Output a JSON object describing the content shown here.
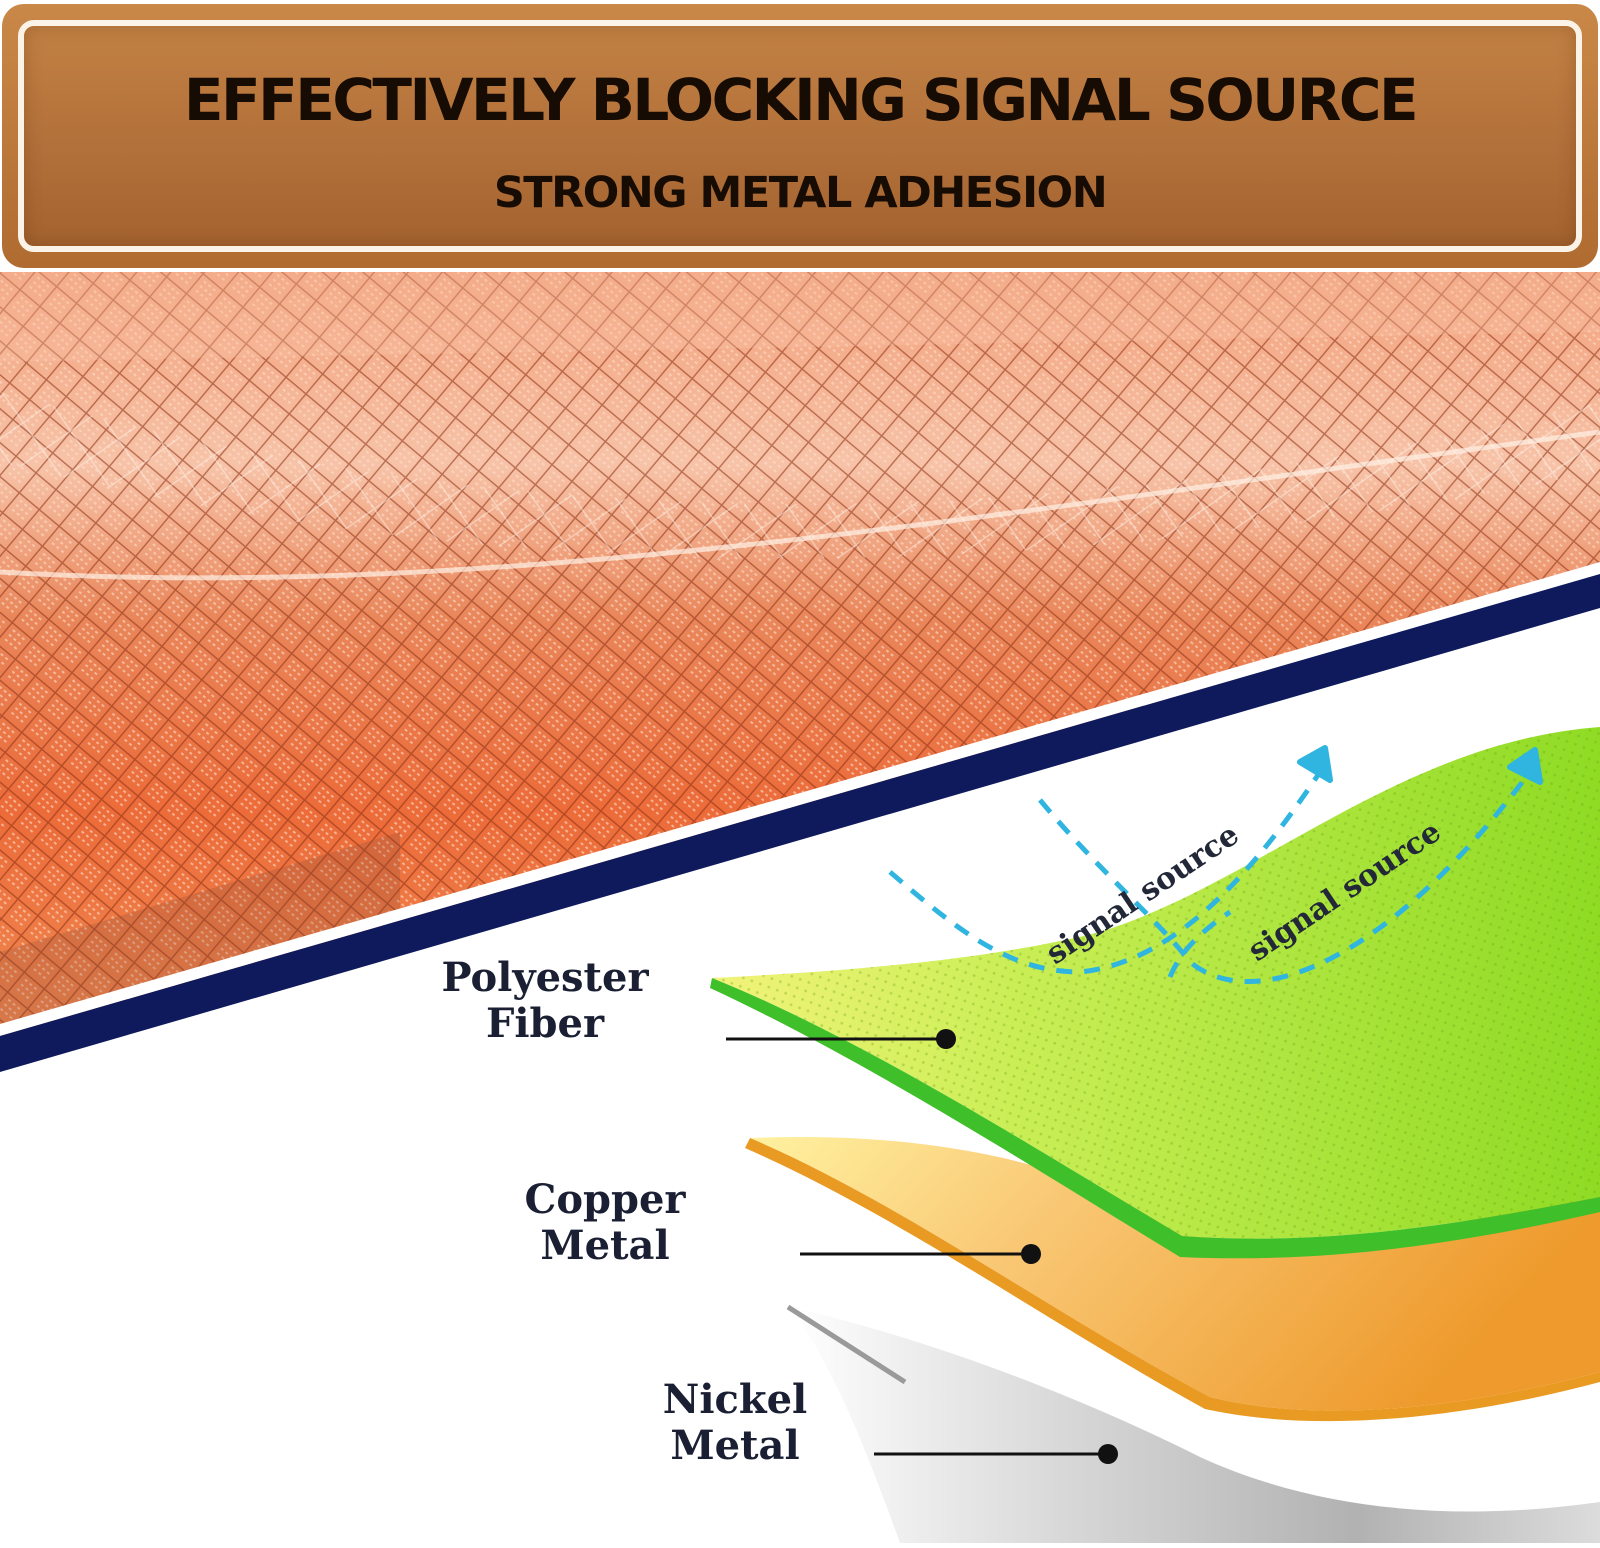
{
  "banner": {
    "title": "EFFECTIVELY BLOCKING SIGNAL SOURCE",
    "subtitle": "STRONG METAL ADHESION"
  },
  "diagram": {
    "signal_labels": [
      "signal source",
      "signal source"
    ],
    "layers": [
      {
        "name": "Polyester\nFiber",
        "color": "#a6e22a"
      },
      {
        "name": "Copper\nMetal",
        "color": "#f0a030"
      },
      {
        "name": "Nickel\nMetal",
        "color": "#c8c8c8"
      }
    ]
  },
  "colors": {
    "banner_brown": "#b2703a",
    "mesh_orange": "#e8683a",
    "divider_navy": "#0e1a5c",
    "signal_arrow": "#2fb5df"
  }
}
